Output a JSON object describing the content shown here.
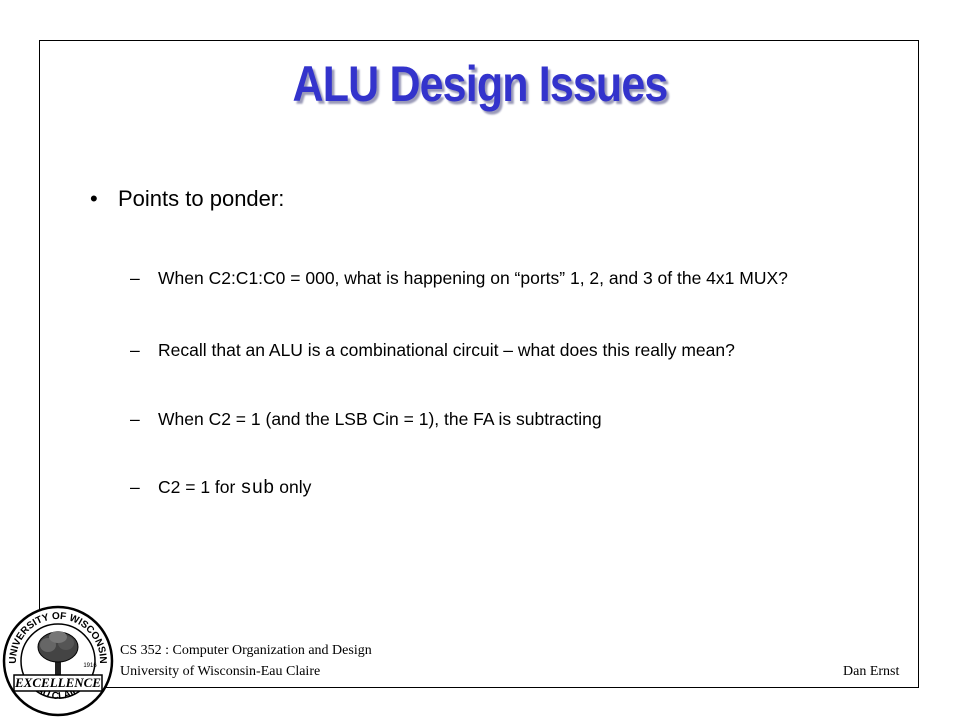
{
  "slide": {
    "title": "ALU Design Issues",
    "bullet": "Points to ponder:",
    "items": [
      {
        "pre": "When C2:C1:C0 = 000, what is happening on “ports” 1, 2, and 3 of the 4x1 MUX?",
        "code": "",
        "post": ""
      },
      {
        "pre": "Recall that an ALU is a combinational circuit – what does this really mean?",
        "code": "",
        "post": ""
      },
      {
        "pre": "When C2 = 1 (and the LSB Cin = 1), the FA is subtracting",
        "code": "",
        "post": ""
      },
      {
        "pre": "C2 = 1 for ",
        "code": "sub",
        "post": " only"
      }
    ],
    "bullet_symbol": "•",
    "dash_symbol": "–"
  },
  "footer": {
    "course": "CS 352 : Computer Organization and Design",
    "university": "University of Wisconsin-Eau Claire",
    "author": "Dan Ernst"
  },
  "seal": {
    "top_text": "UNIVERSITY OF WISCONSIN",
    "banner_text": "EXCELLENCE",
    "bottom_text": "EAU CLAIRE",
    "year": "1916"
  },
  "colors": {
    "title": "#3333cc",
    "title_shadow": "#9a9ab8",
    "text": "#000000"
  }
}
